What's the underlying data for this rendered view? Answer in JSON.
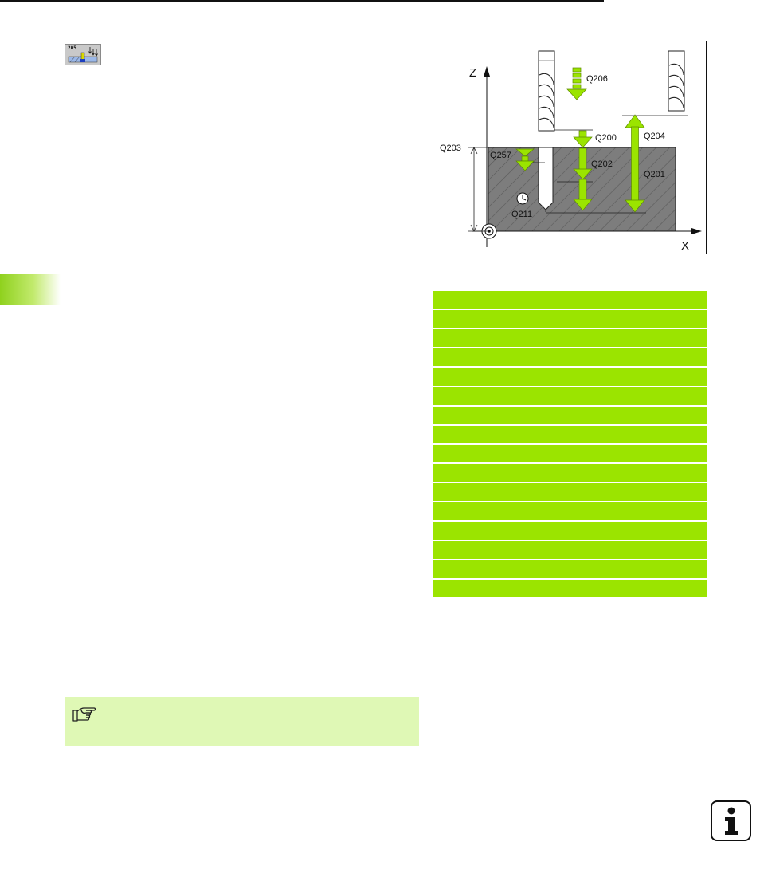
{
  "header_rule": {},
  "cycle_icon": {
    "number": "205",
    "icon": "drilling-cycle-icon"
  },
  "side_tab": {
    "color": "#8fd11d"
  },
  "figure": {
    "axis_z": "Z",
    "axis_x": "X",
    "labels": {
      "q206": "Q206",
      "q200": "Q200",
      "q204": "Q204",
      "q203": "Q203",
      "q257": "Q257",
      "q202": "Q202",
      "q201": "Q201",
      "q211": "Q211"
    },
    "arrow_color": "#9be400",
    "workpiece_color": "#808080"
  },
  "parameter_table": {
    "row_count": 16,
    "row_color": "#9be400"
  },
  "note": {
    "icon": "pointing-hand-icon",
    "background": "#dff8b5"
  },
  "info_button": {
    "icon": "info-icon",
    "glyph": "i"
  }
}
